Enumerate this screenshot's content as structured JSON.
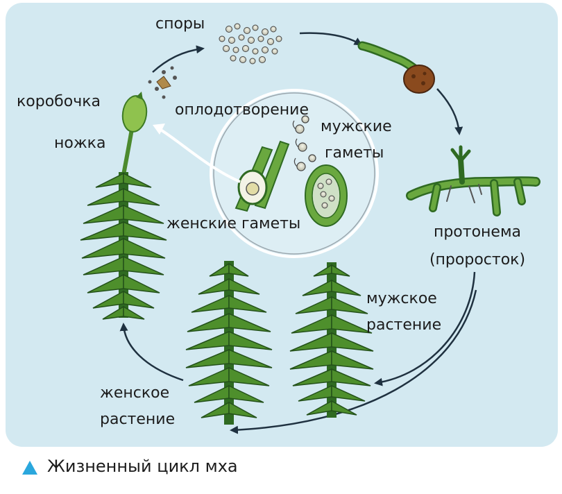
{
  "labels": {
    "spores": "споры",
    "capsule": "коробочка",
    "stalk": "ножка",
    "fertilization": "оплодотворение",
    "male_gametes_1": "мужские",
    "male_gametes_2": "гаметы",
    "female_gametes": "женские гаметы",
    "protonema_1": "протонема",
    "protonema_2": "(проросток)",
    "male_plant_1": "мужское",
    "male_plant_2": "растение",
    "female_plant_1": "женское",
    "female_plant_2": "растение"
  },
  "caption": "Жизненный цикл мха",
  "colors": {
    "background": "#d3e9f1",
    "plant_dark": "#2f6a22",
    "plant_light": "#6aa83f",
    "arrow": "#1f3140",
    "caption_marker": "#2aa7dd",
    "soil": "#8a4a1e"
  }
}
